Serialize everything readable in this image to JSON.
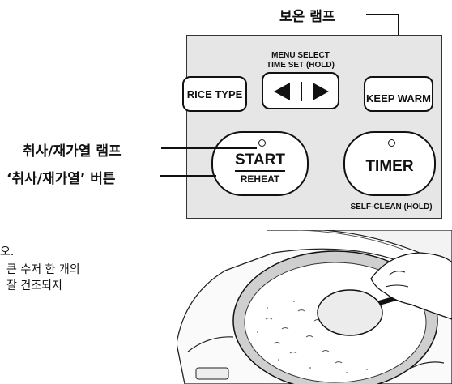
{
  "callouts": {
    "warm_lamp": "보온 램프",
    "cook_lamp": "취사/재가열 램프",
    "cook_button": "‘취사/재가열’ 버튼"
  },
  "panel": {
    "rice_type": "RICE TYPE",
    "menu_select": "MENU SELECT",
    "time_set": "TIME SET (HOLD)",
    "keep_warm": "KEEP WARM",
    "start": "START",
    "reheat": "REHEAT",
    "timer": "TIMER",
    "self_clean": "SELF-CLEAN (HOLD)"
  },
  "body_text": {
    "line1": "오.",
    "line2": "큰 수저 한 개의",
    "line3": "잘 건조되지"
  }
}
